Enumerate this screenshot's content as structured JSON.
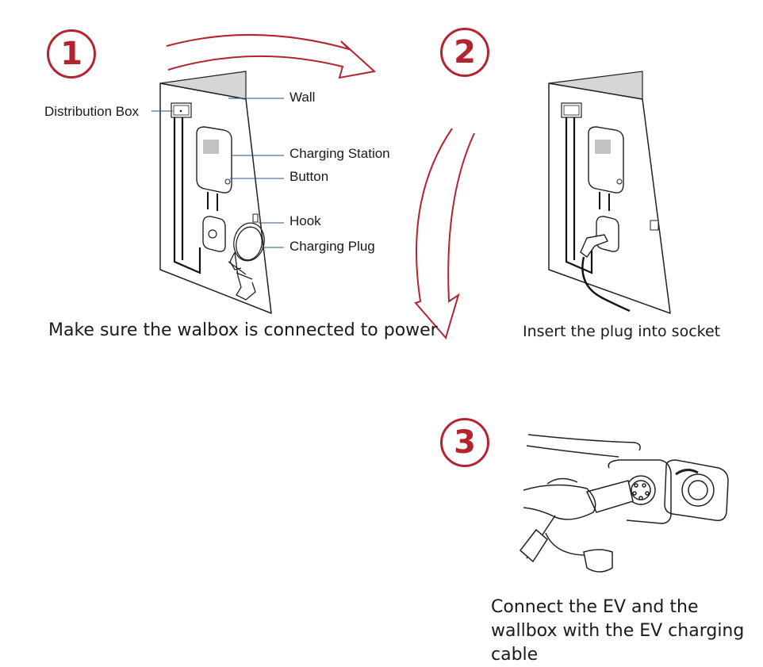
{
  "steps": [
    {
      "number": "1",
      "caption": "Make sure the walbox is connected to power"
    },
    {
      "number": "2",
      "caption": "Insert the plug into socket"
    },
    {
      "number": "3",
      "caption": "Connect the EV and the wallbox with the EV charging cable"
    }
  ],
  "callouts": {
    "distribution_box": "Distribution Box",
    "wall": "Wall",
    "charging_station": "Charging Station",
    "button": "Button",
    "hook": "Hook",
    "charging_plug": "Charging Plug"
  },
  "colors": {
    "accent": "#b5232f",
    "line": "#1a1a1a",
    "wall": "#d9d9d9"
  }
}
